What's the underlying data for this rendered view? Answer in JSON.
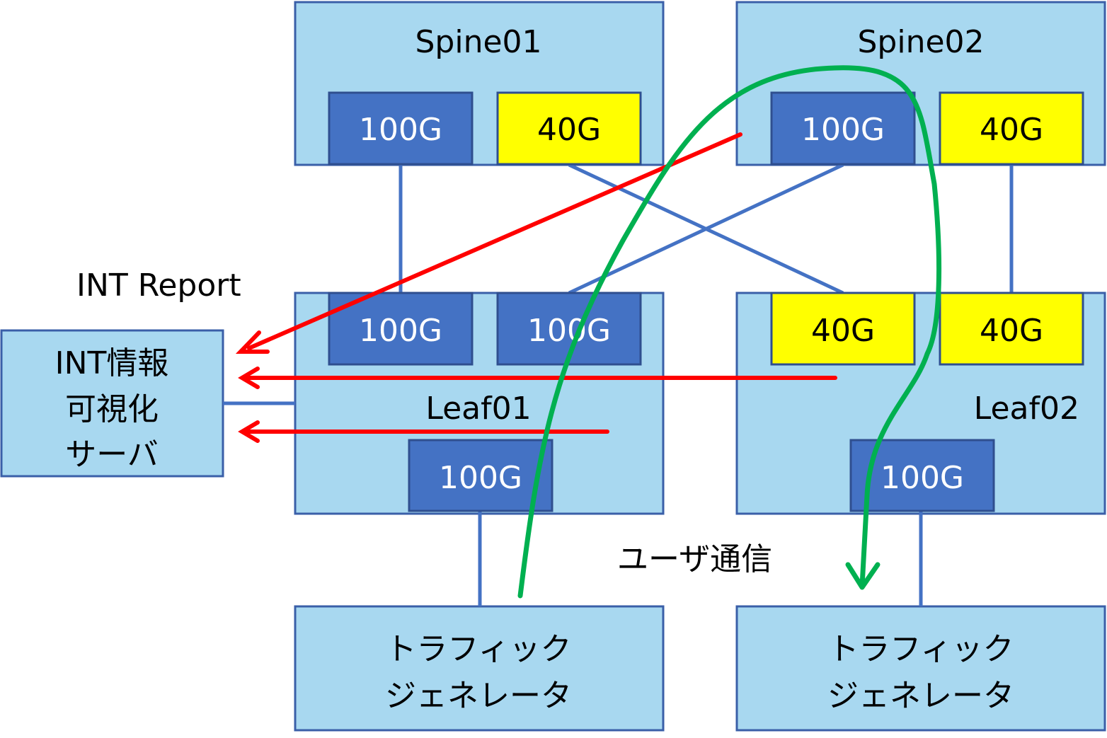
{
  "colors": {
    "box_fill": "#a8d8f0",
    "box_stroke": "#3a5fa8",
    "port_100g": "#4472c4",
    "port_40g": "#ffff00",
    "link": "#4472c4",
    "int_arrow": "#ff0000",
    "user_flow": "#00b050"
  },
  "nodes": {
    "spine01": {
      "label": "Spine01",
      "ports": [
        "100G",
        "40G"
      ]
    },
    "spine02": {
      "label": "Spine02",
      "ports": [
        "100G",
        "40G"
      ]
    },
    "leaf01": {
      "label": "Leaf01",
      "ports": [
        "100G",
        "100G",
        "100G"
      ]
    },
    "leaf02": {
      "label": "Leaf02",
      "ports": [
        "40G",
        "40G",
        "100G"
      ]
    },
    "int_server": {
      "lines": [
        "INT情報",
        "可視化",
        "サーバ"
      ]
    },
    "tg1": {
      "lines": [
        "トラフィック",
        "ジェネレータ"
      ]
    },
    "tg2": {
      "lines": [
        "トラフィック",
        "ジェネレータ"
      ]
    }
  },
  "annotations": {
    "int_report": "INT Report",
    "user_traffic": "ユーザ通信"
  }
}
